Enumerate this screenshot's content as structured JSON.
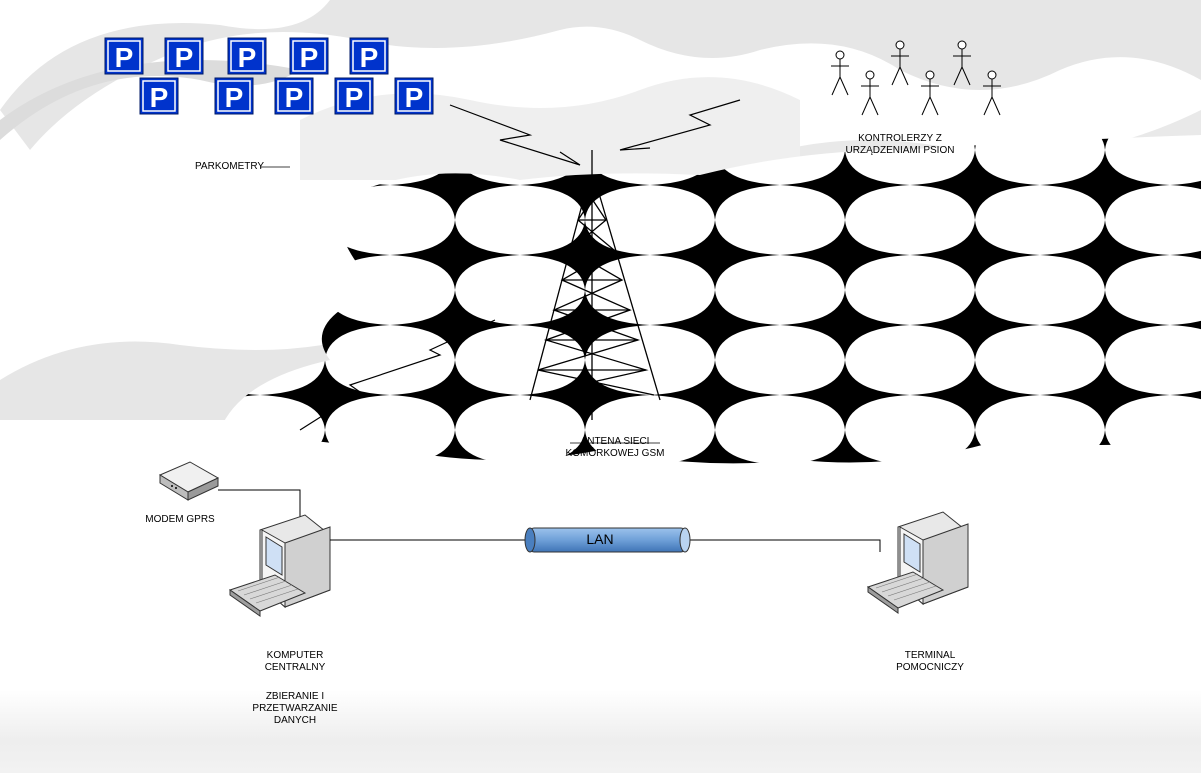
{
  "labels": {
    "parkometry": "PARKOMETRY",
    "kontrolerzy_line1": "KONTROLERZY  Z",
    "kontrolerzy_line2": "URZĄDZENIAMI PSION",
    "antena_line1": "ANTENA SIECI",
    "antena_line2": "KOMÓRKOWEJ GSM",
    "modem": "MODEM GPRS",
    "komputer_line1": "KOMPUTER",
    "komputer_line2": "CENTRALNY",
    "zbieranie_line1": "ZBIERANIE I",
    "zbieranie_line2": "PRZETWARZANIE",
    "zbieranie_line3": "DANYCH",
    "terminal_line1": "TERMINAL",
    "terminal_line2": "POMOCNICZY",
    "lan": "LAN"
  },
  "parking_meter_glyph": "P",
  "parking_meter_count": 10,
  "controller_count": 6,
  "colors": {
    "meter_blue": "#0033cc",
    "lan_pipe": "#6fa0d8",
    "monitor_screen": "#cfe0f5",
    "cloud_gray": "#e3e3e3"
  }
}
